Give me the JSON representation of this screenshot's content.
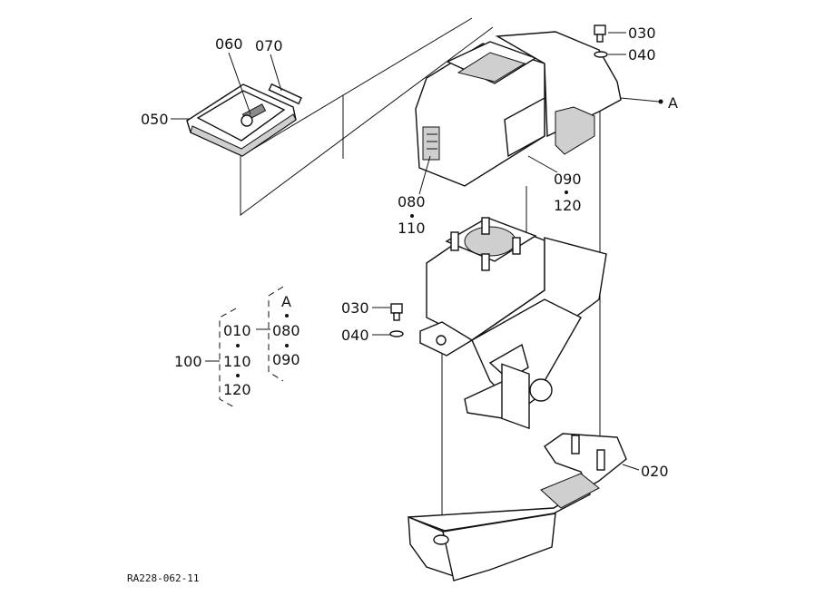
{
  "diagram_id": "RA228-062-11",
  "callouts": {
    "c030_top": "030",
    "c040_top": "040",
    "cA_right": "A",
    "c060": "060",
    "c070": "070",
    "c050": "050",
    "c090_a": "090",
    "c120_a": "120",
    "c080_a": "080",
    "c110_a": "110",
    "c030_mid": "030",
    "c040_mid": "040",
    "c020": "020"
  },
  "legend": {
    "root": "100",
    "group1": [
      "010",
      "110",
      "120"
    ],
    "group2_head": "A",
    "group2": [
      "080",
      "090"
    ]
  }
}
